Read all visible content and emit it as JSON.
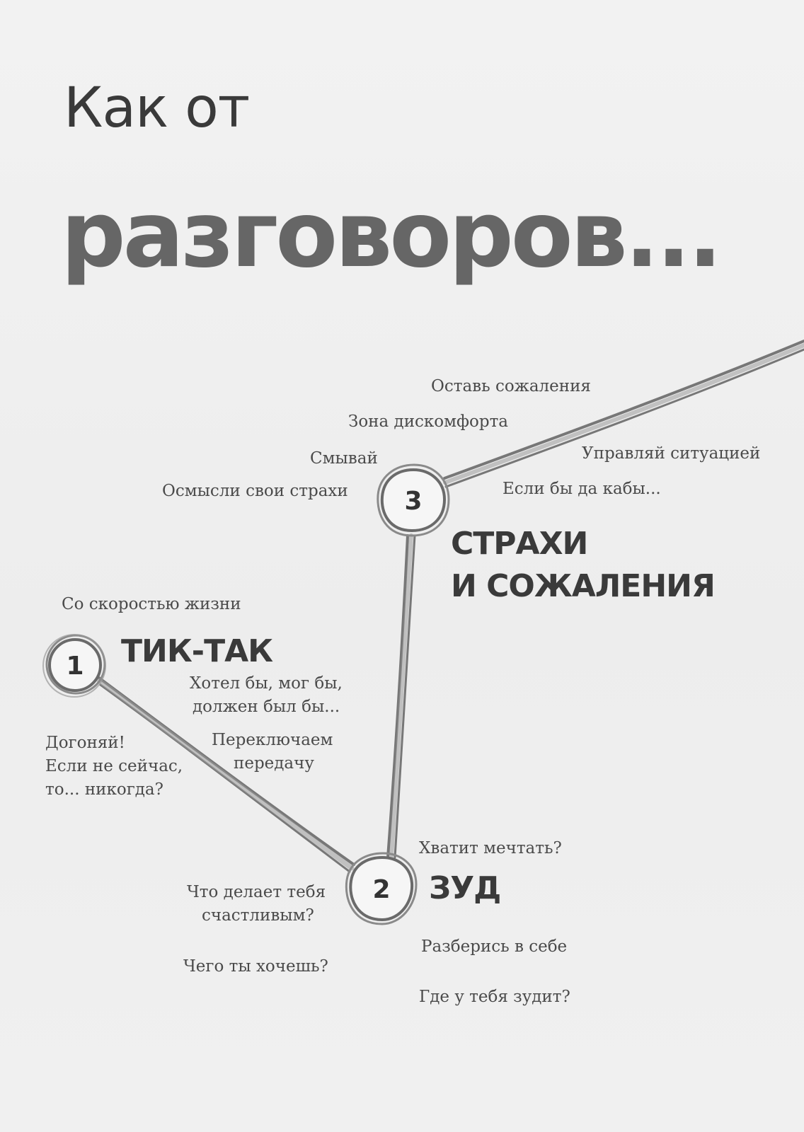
{
  "title": {
    "line1": "Как от",
    "line2": "разговоров..."
  },
  "stages": [
    {
      "number": "1",
      "title": "ТИК-ТАК",
      "phrases": [
        "Со скоростью жизни",
        "Хотел бы, мог бы,",
        "должен был бы...",
        "Переключаем",
        "передачу",
        "Догоняй!",
        "Если не сейчас,",
        "то... никогда?"
      ]
    },
    {
      "number": "2",
      "title": "ЗУД",
      "phrases": [
        "Хватит мечтать?",
        "Что делает тебя",
        "счастливым?",
        "Разберись в себе",
        "Чего ты хочешь?",
        "Где у тебя зудит?"
      ]
    },
    {
      "number": "3",
      "title_line1": "СТРАХИ",
      "title_line2": "И СОЖАЛЕНИЯ",
      "phrases": [
        "Оставь сожаления",
        "Зона дискомфорта",
        "Смывай",
        "Осмысли свои страхи",
        "Управляй ситуацией",
        "Если бы да кабы..."
      ]
    }
  ],
  "colors": {
    "line": "#777777",
    "text": "#3a3a3a",
    "title_bold": "#666666"
  }
}
